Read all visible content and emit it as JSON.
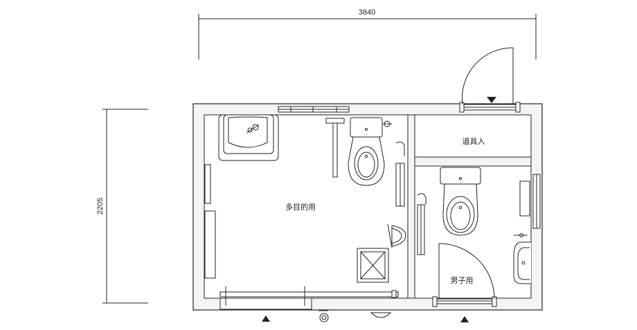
{
  "dimensions": {
    "width_label": "3840",
    "height_label": "2205"
  },
  "rooms": {
    "multipurpose": "多目的用",
    "storage": "道具入",
    "mens": "男子用"
  },
  "colors": {
    "line": "#222222",
    "fill": "#ffffff",
    "wall_fill": "#f4f4f4"
  }
}
